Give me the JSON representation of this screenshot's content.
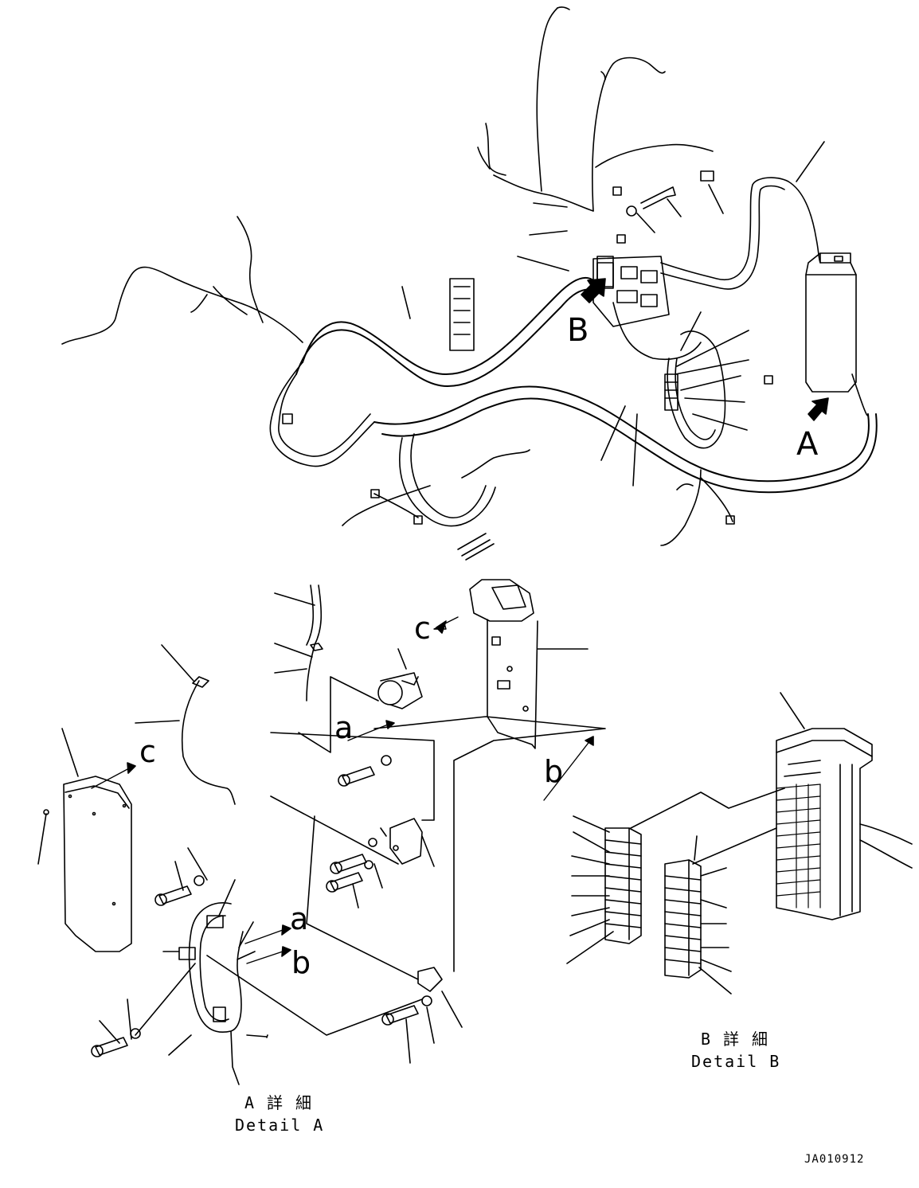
{
  "view_labels": {
    "view_b": "B",
    "view_a": "A",
    "ref_c_top": "c",
    "ref_c_left": "c",
    "ref_a_mid": "a",
    "ref_b_mid": "b",
    "ref_a_detail": "a",
    "ref_b_detail": "b"
  },
  "captions": {
    "detail_a_jp": "A 詳 細",
    "detail_a_en": "Detail A",
    "detail_b_jp": "B 詳 細",
    "detail_b_en": "Detail B"
  },
  "drawing_code": "JA010912",
  "colors": {
    "line": "#000000",
    "background": "#ffffff"
  }
}
